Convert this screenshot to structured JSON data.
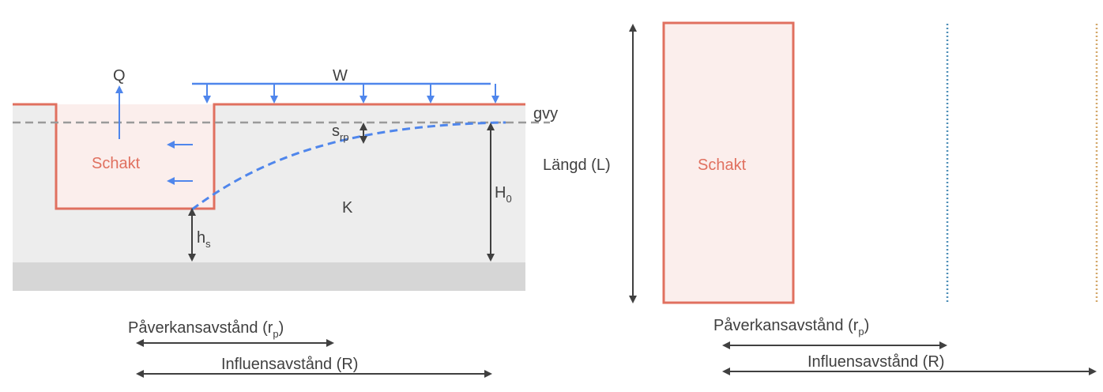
{
  "colors": {
    "ground": "#ededed",
    "bedrock": "#d6d6d6",
    "excavation_fill": "#fbeeec",
    "excavation_edge": "#e0705f",
    "water_arrow": "#4f86ec",
    "dimension": "#404040",
    "groundwater_level": "#9a9a9a",
    "influence_line_rp": "#4f8fb8",
    "influence_line_R": "#d4a86a"
  },
  "icons": {
    "dimension_arrow": "double-headed-arrow",
    "flow_arrow": "single-headed-arrow"
  },
  "section": {
    "pumping_label": "Q",
    "recharge_label": "W",
    "groundwater_label": "gvy",
    "excavation_label": "Schakt",
    "conductivity_label": "K",
    "drawdown_label": {
      "main": "s",
      "sub": "rp"
    },
    "initial_head_label": {
      "main": "H",
      "sub": "0"
    },
    "excavation_head_label": {
      "main": "h",
      "sub": "s"
    },
    "influence_rp_label": {
      "main": "Påverkansavstånd (r",
      "sub": "p",
      "close": ")"
    },
    "influence_R_label": "Influensavstånd (R)"
  },
  "plan": {
    "length_label": "Längd (L)",
    "excavation_label": "Schakt",
    "influence_rp_label": {
      "main": "Påverkansavstånd (r",
      "sub": "p",
      "close": ")"
    },
    "influence_R_label": "Influensavstånd (R)"
  }
}
